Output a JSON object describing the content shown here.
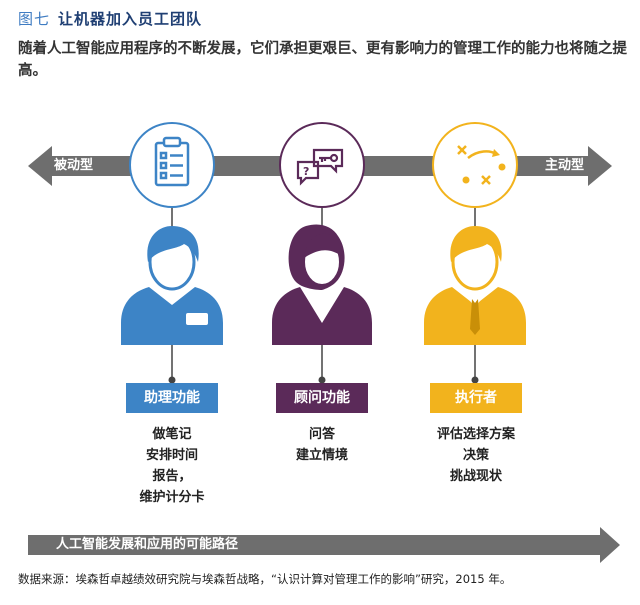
{
  "figure": {
    "number": "图七",
    "title": "让机器加入员工团队",
    "subtitle": "随着人工智能应用程序的不断发展，它们承担更艰巨、更有影响力的管理工作的能力也将随之提高。"
  },
  "axis": {
    "left_label": "被动型",
    "right_label": "主动型"
  },
  "roles": [
    {
      "label": "助理功能",
      "duties": [
        "做笔记",
        "安排时间",
        "报告，",
        "维护计分卡"
      ],
      "color": "#3d84c6",
      "icon": "clipboard-checklist-icon",
      "person": "male-employee-icon"
    },
    {
      "label": "顾问功能",
      "duties": [
        "问答",
        "建立情境"
      ],
      "color": "#5b2a59",
      "icon": "key-speech-bubbles-icon",
      "person": "female-advisor-icon"
    },
    {
      "label": "执行者",
      "duties": [
        "评估选择方案",
        "决策",
        "挑战现状"
      ],
      "color": "#f2b31d",
      "icon": "strategy-play-icon",
      "person": "executive-icon"
    }
  ],
  "path_label": "人工智能发展和应用的可能路径",
  "source": "数据来源：埃森哲卓越绩效研究院与埃森哲战略，“认识计算对管理工作的影响”研究，2015 年。",
  "colors": {
    "gray_arrow": "#6e6e6e",
    "title": "#1f3f73"
  }
}
